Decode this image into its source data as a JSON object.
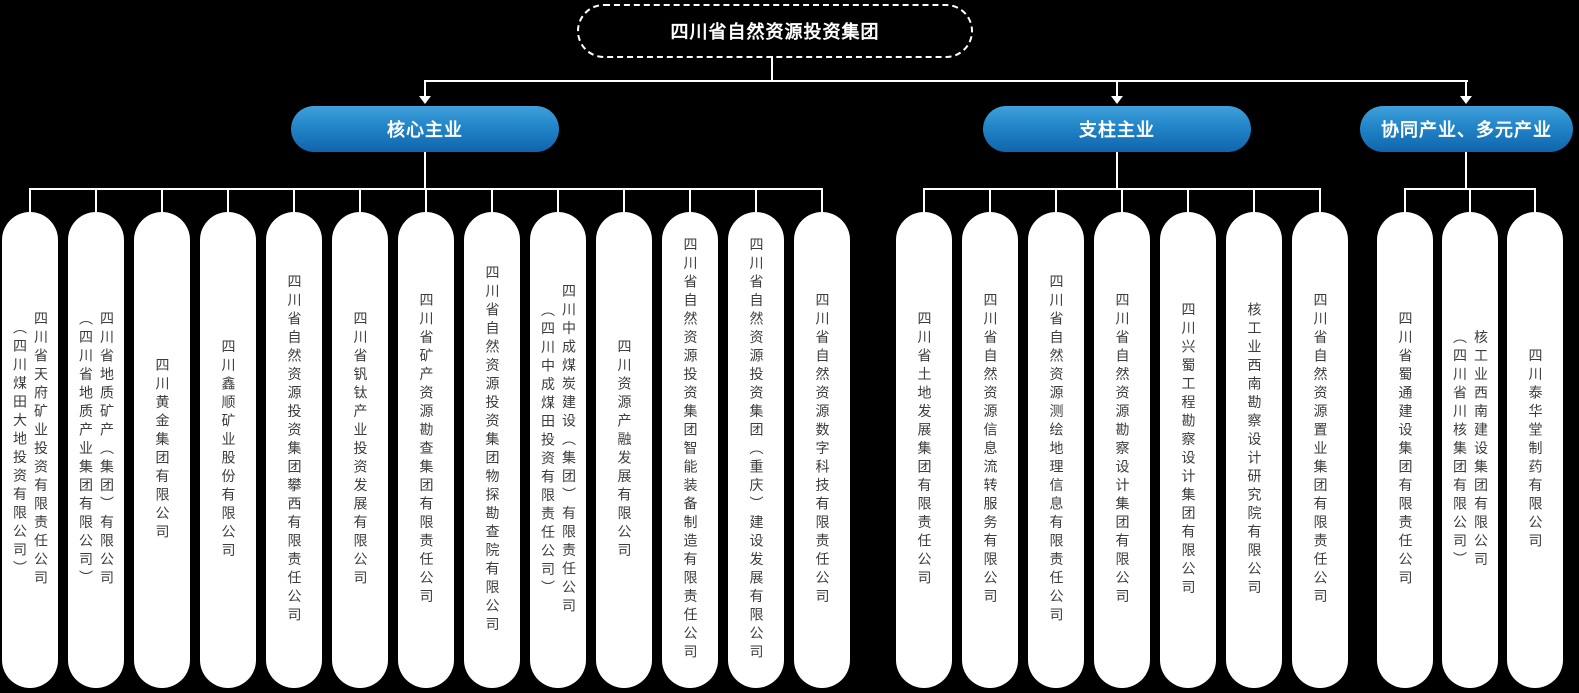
{
  "root": {
    "title": "四川省自然资源投资集团"
  },
  "branches": [
    {
      "label": "核心主业",
      "companies": [
        {
          "name": "四川省天府矿业投资有限责任公司",
          "alias": "（四川煤田大地投资有限公司）"
        },
        {
          "name": "四川省地质矿产（集团）有限公司",
          "alias": "（四川省地质产业集团有限公司）"
        },
        {
          "name": "四川黄金集团有限公司"
        },
        {
          "name": "四川鑫顺矿业股份有限公司"
        },
        {
          "name": "四川省自然资源投资集团攀西有限责任公司"
        },
        {
          "name": "四川省钒钛产业投资发展有限公司"
        },
        {
          "name": "四川省矿产资源勘查集团有限责任公司"
        },
        {
          "name": "四川省自然资源投资集团物探勘查院有限公司"
        },
        {
          "name": "四川中成煤炭建设（集团）有限责任公司",
          "alias": "（四川中成煤田投资有限责任公司）"
        },
        {
          "name": "四川资源产融发展有限公司"
        },
        {
          "name": "四川省自然资源投资集团智能装备制造有限责任公司"
        },
        {
          "name": "四川省自然资源投资集团（重庆）建设发展有限公司"
        },
        {
          "name": "四川省自然资源数字科技有限责任公司"
        }
      ]
    },
    {
      "label": "支柱主业",
      "companies": [
        {
          "name": "四川省土地发展集团有限责任公司"
        },
        {
          "name": "四川省自然资源信息流转服务有限公司"
        },
        {
          "name": "四川省自然资源测绘地理信息有限责任公司"
        },
        {
          "name": "四川省自然资源勘察设计集团有限公司"
        },
        {
          "name": "四川兴蜀工程勘察设计集团有限公司"
        },
        {
          "name": "核工业西南勘察设计研究院有限公司"
        },
        {
          "name": "四川省自然资源置业集团有限责任公司"
        }
      ]
    },
    {
      "label": "协同产业、多元产业",
      "companies": [
        {
          "name": "四川省蜀通建设集团有限责任公司"
        },
        {
          "name": "核工业西南建设集团有限公司",
          "alias": "（四川省川核集团有限公司）"
        },
        {
          "name": "四川泰华堂制药有限公司"
        }
      ]
    }
  ],
  "colors": {
    "background": "#000000",
    "branch_gradient_top": "#3fa0dc",
    "branch_gradient_bottom": "#1065ac",
    "node_fill": "#ffffff",
    "node_text": "#3d3d3d",
    "connector": "#ffffff"
  }
}
